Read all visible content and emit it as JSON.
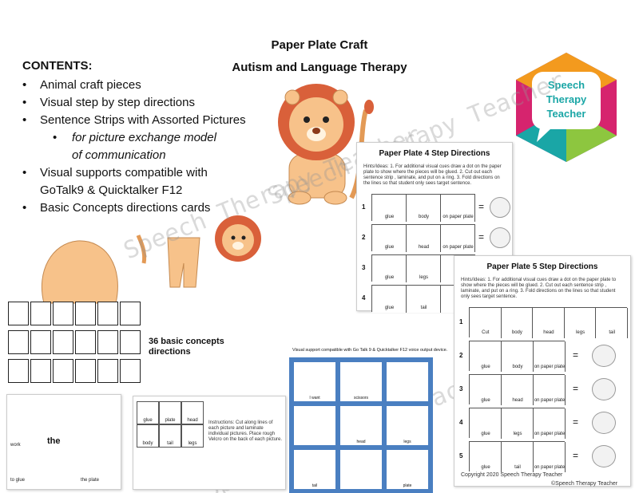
{
  "title": {
    "line1": "Paper Plate Craft",
    "line2": "Autism and Language Therapy"
  },
  "contents": {
    "heading": "CONTENTS:",
    "items": [
      "Animal craft pieces",
      "Visual step by step directions",
      "Sentence Strips with Assorted Pictures"
    ],
    "sub_item_1": "for picture exchange model",
    "sub_item_2": "of communication",
    "items2": [
      "Visual supports compatible with",
      "Basic Concepts directions cards"
    ],
    "item_cont": "GoTalk9 & Quicktalker F12"
  },
  "logo": {
    "line1": "Speech",
    "line2": "Therapy",
    "line3": "Teacher"
  },
  "watermark": "Speech Therapy Teacher",
  "four_step": {
    "title": "Paper Plate 4 Step Directions",
    "hints": "Hints/Ideas: 1. For additional visual cues draw a dot on the paper plate to show where the pieces will be glued. 2. Cut out each sentence strip , laminate, and put on a ring. 3. Fold directions on the lines so that student only sees target sentence.",
    "rows": [
      {
        "num": "1",
        "labels": [
          "glue",
          "body",
          "on paper plate"
        ]
      },
      {
        "num": "2",
        "labels": [
          "glue",
          "head",
          "on paper plate"
        ]
      },
      {
        "num": "3",
        "labels": [
          "glue",
          "legs",
          ""
        ]
      },
      {
        "num": "4",
        "labels": [
          "glue",
          "tail",
          ""
        ]
      }
    ],
    "equals": "="
  },
  "five_step": {
    "title": "Paper Plate 5 Step Directions",
    "hints": "Hints/Ideas: 1. For additional visual cues draw a dot on the paper plate to show where the pieces will be glued. 2. Cut out each sentence strip , laminate, and put on a ring. 3. Fold directions on the lines so that student only sees target sentence.",
    "row1": [
      "Cut",
      "body",
      "head",
      "legs",
      "tail"
    ],
    "rows": [
      {
        "num": "2",
        "labels": [
          "glue",
          "body",
          "on paper plate"
        ]
      },
      {
        "num": "3",
        "labels": [
          "glue",
          "head",
          "on paper plate"
        ]
      },
      {
        "num": "4",
        "labels": [
          "glue",
          "legs",
          "on paper plate"
        ]
      },
      {
        "num": "5",
        "labels": [
          "glue",
          "tail",
          "on paper plate"
        ]
      }
    ],
    "row1_num": "1",
    "equals": "=",
    "copyright": "Copyright 2020 Speech Therapy Teacher"
  },
  "concepts_label": {
    "line1": "36 basic concepts",
    "line2": "directions"
  },
  "talker": {
    "caption": "Visual support compatible with Go Talk 9 & Quicktalker F12 voice output device.",
    "cells": [
      "I want",
      "scissors",
      "",
      "",
      "head",
      "legs",
      "tail",
      "",
      "plate"
    ]
  },
  "mini_sheet": {
    "instructions": "Instructions: Cut along lines of each picture and laminate individual pictures. Place rough Velcro on the back of each picture.",
    "labels": [
      "glue",
      "plate",
      "head",
      "body",
      "tail",
      "legs"
    ]
  },
  "left_sheet": {
    "words": [
      "work",
      "the",
      "the plate",
      "to glue"
    ]
  },
  "footer": "©Speech Therapy Teacher",
  "colors": {
    "lion_body": "#f7c28a",
    "lion_mane": "#d9603a",
    "talker_blue": "#4a7fc1",
    "logo_magenta": "#d6246e",
    "logo_orange": "#f39a1e",
    "logo_teal": "#1aa6a6",
    "logo_green": "#8dc63f",
    "logo_purple": "#6a3d8f"
  }
}
